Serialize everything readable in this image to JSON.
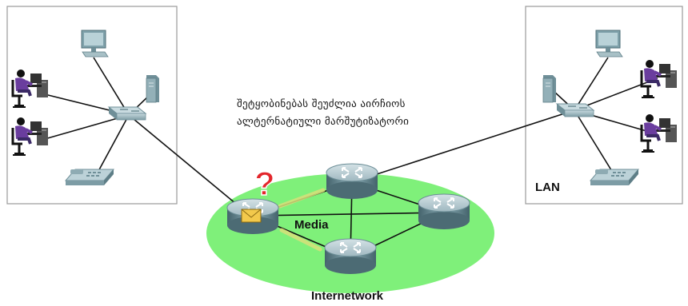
{
  "labels": {
    "caption_line1": "შეტყობინებას შეუძლია აირჩიოს",
    "caption_line2": "ალტერნატიული მარშუტიზატორი",
    "media": "Media",
    "internetwork": "Internetwork",
    "lan": "LAN",
    "question_mark": "?"
  },
  "colors": {
    "network_cloud": "#7ff07a",
    "router_body": "#6b8d96",
    "router_top": "#b7ccd3",
    "switch": "#98b6be",
    "question": "#e3262c",
    "alt_path": "#d9e07a",
    "lan_border": "#9a9a9a"
  },
  "icons": [
    "router-icon",
    "switch-icon",
    "server-icon",
    "monitor-icon",
    "workstation-user-icon",
    "ip-phone-icon",
    "envelope-icon"
  ]
}
